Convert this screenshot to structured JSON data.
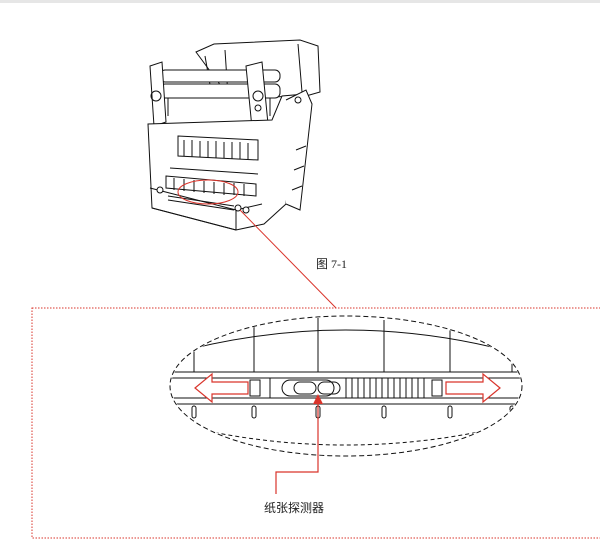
{
  "document": {
    "figure_caption": "图 7-1",
    "callout_label": "纸张探测器"
  },
  "colors": {
    "accent": "#d9342b",
    "line": "#111111",
    "frame_dotted": "#d9342b"
  },
  "icons": {
    "printer": "printer-illustration",
    "arrow_left": "arrow-left-icon",
    "arrow_right": "arrow-right-icon",
    "sensor": "paper-sensor-icon"
  }
}
